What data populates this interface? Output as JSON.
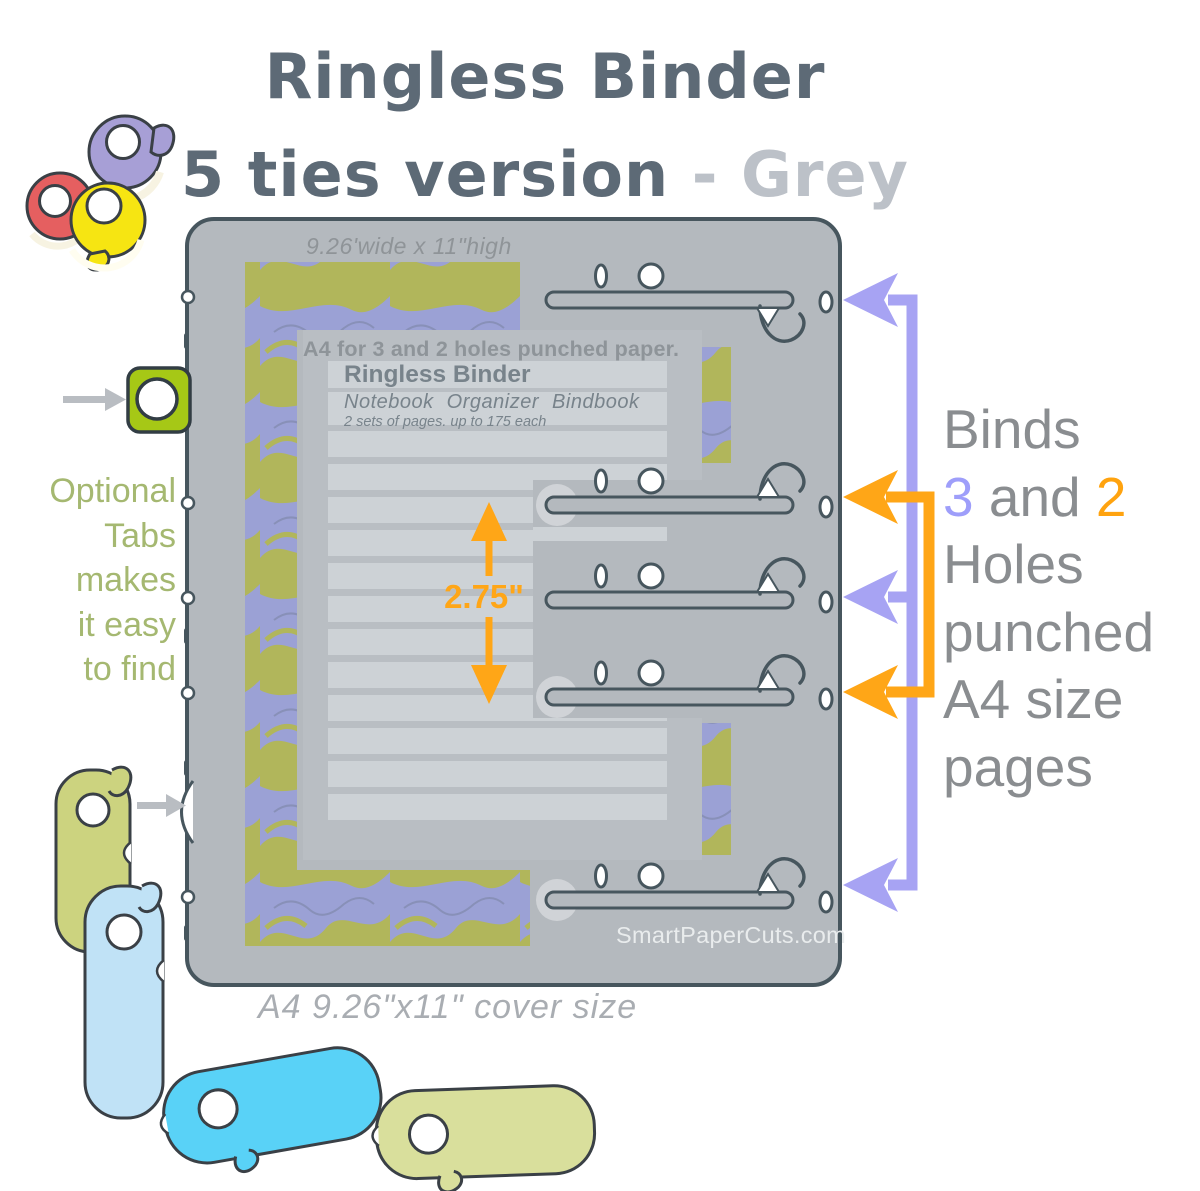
{
  "title": {
    "line1": "Ringless Binder",
    "line2": "5 ties version ",
    "line2_suffix": "- Grey"
  },
  "binder": {
    "top_dimension": "9.26'wide x 11\"high",
    "paper_note": "A4 for 3 and 2 holes punched paper.",
    "page_title": "Ringless Binder",
    "page_subtitle": "Notebook Organizer Bindbook",
    "page_note": "2 sets of pages. up to 175 each",
    "tie_spacing": "2.75\"",
    "website": "SmartPaperCuts.com",
    "cover_caption": "A4 9.26\"x11\" cover size"
  },
  "left_note": {
    "lines": [
      "Optional",
      "Tabs",
      "makes",
      "it easy",
      "to find"
    ]
  },
  "right_note": {
    "line1": "Binds",
    "three": "3",
    "and": " and ",
    "two": "2",
    "line3": "Holes",
    "line4": "punched",
    "line5": "A4 size",
    "line6": "pages"
  },
  "colors": {
    "accent_purple": "#a7a3f3",
    "accent_orange": "#ffa617",
    "binder_grey": "#b4b9be",
    "outline_slate": "#47565e",
    "title_slate": "#5d6a76",
    "title_light": "#bcc1c8",
    "olive_text": "#a5b871",
    "marble_purple": "#9ba1d5",
    "marble_olive": "#b1b65b",
    "tab_purple": "#a79fd6",
    "tab_red": "#e55f60",
    "tab_yellow": "#f6e512",
    "tab_green": "#a6c816",
    "tab_olive": "#ccd37f",
    "tab_lightblue": "#c0e2f6",
    "tab_cyan": "#59d2f7",
    "tab_pale_olive": "#d9df9c"
  }
}
